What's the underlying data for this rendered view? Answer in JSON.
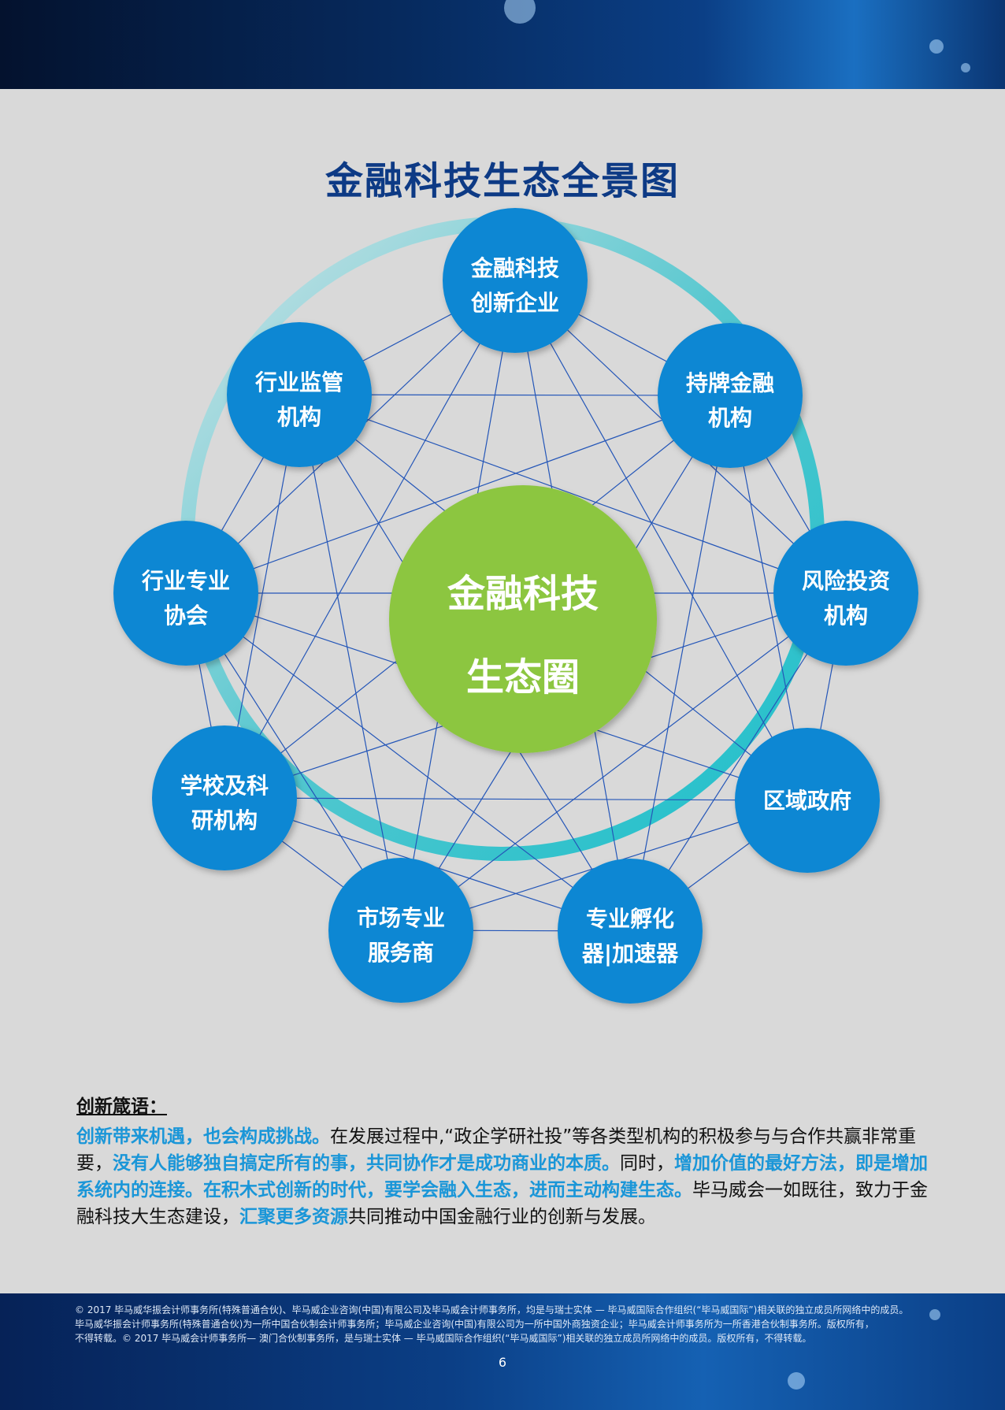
{
  "title": "金融科技生态全景图",
  "center": {
    "line1": "金融科技",
    "line2": "生态圈"
  },
  "nodes": [
    {
      "line1": "金融科技",
      "line2": "创新企业"
    },
    {
      "line1": "持牌金融",
      "line2": "机构"
    },
    {
      "line1": "风险投资",
      "line2": "机构"
    },
    {
      "line1": "区域政府",
      "line2": ""
    },
    {
      "line1": "专业孵化",
      "line2": "器|加速器"
    },
    {
      "line1": "市场专业",
      "line2": "服务商"
    },
    {
      "line1": "学校及科",
      "line2": "研机构"
    },
    {
      "line1": "行业专业",
      "line2": "协会"
    },
    {
      "line1": "行业监管",
      "line2": "机构"
    }
  ],
  "colors": {
    "node": "#0c87d3",
    "center": "#8cc63f",
    "lines": "#2456b8",
    "title": "#0d3a85",
    "highlight": "#1a96d8"
  },
  "quote": {
    "heading": "创新箴语：",
    "segments": [
      {
        "text": "创新带来机遇，也会构成挑战。",
        "hl": true
      },
      {
        "text": "在发展过程中,“政企学研社投”等各类型机构的积极参与与合作共赢非常重要，",
        "hl": false
      },
      {
        "text": "没有人能够独自搞定所有的事，共同协作才是成功商业的本质。",
        "hl": true
      },
      {
        "text": "同时，",
        "hl": false
      },
      {
        "text": "增加价值的最好方法，即是增加系统内的连接。在积木式创新的时代，要学会融入生态，进而主动构建生态。",
        "hl": true
      },
      {
        "text": "毕马威会一如既往，致力于金融科技大生态建设，",
        "hl": false
      },
      {
        "text": "汇聚更多资源",
        "hl": true
      },
      {
        "text": "共同推动中国金融行业的创新与发展。",
        "hl": false
      }
    ]
  },
  "footer": {
    "line1": "© 2017 毕马威华振会计师事务所(特殊普通合伙)、毕马威企业咨询(中国)有限公司及毕马威会计师事务所，均是与瑞士实体 — 毕马威国际合作组织(“毕马威国际”)相关联的独立成员所网络中的成员。",
    "line2": "毕马威华振会计师事务所(特殊普通合伙)为一所中国合伙制会计师事务所；毕马威企业咨询(中国)有限公司为一所中国外商独资企业；毕马威会计师事务所为一所香港合伙制事务所。版权所有，",
    "line3": "不得转载。© 2017 毕马威会计师事务所— 澳门合伙制事务所，是与瑞士实体 — 毕马威国际合作组织(“毕马威国际”)相关联的独立成员所网络中的成员。版权所有，不得转载。",
    "page_number": "6"
  }
}
